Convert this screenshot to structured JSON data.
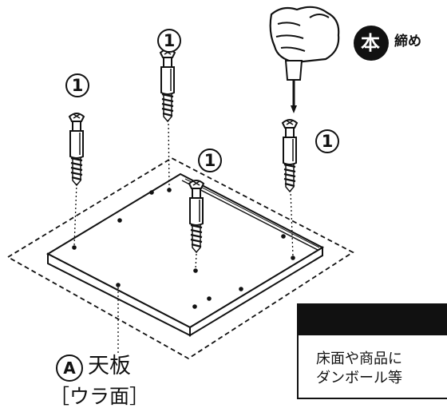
{
  "labels": {
    "part_number": "1",
    "badge_char": "本",
    "badge_text": "締め",
    "board_letter": "A",
    "board_name": "天板",
    "board_side": "［ウラ面］"
  },
  "note": {
    "line1": "床面や商品に",
    "line2": "ダンボール等"
  },
  "colors": {
    "ink": "#111111",
    "paper": "#ffffff",
    "bar": "#111111"
  },
  "icons": [
    "hand-icon",
    "screwdriver-icon",
    "dowel-screw-icon"
  ]
}
